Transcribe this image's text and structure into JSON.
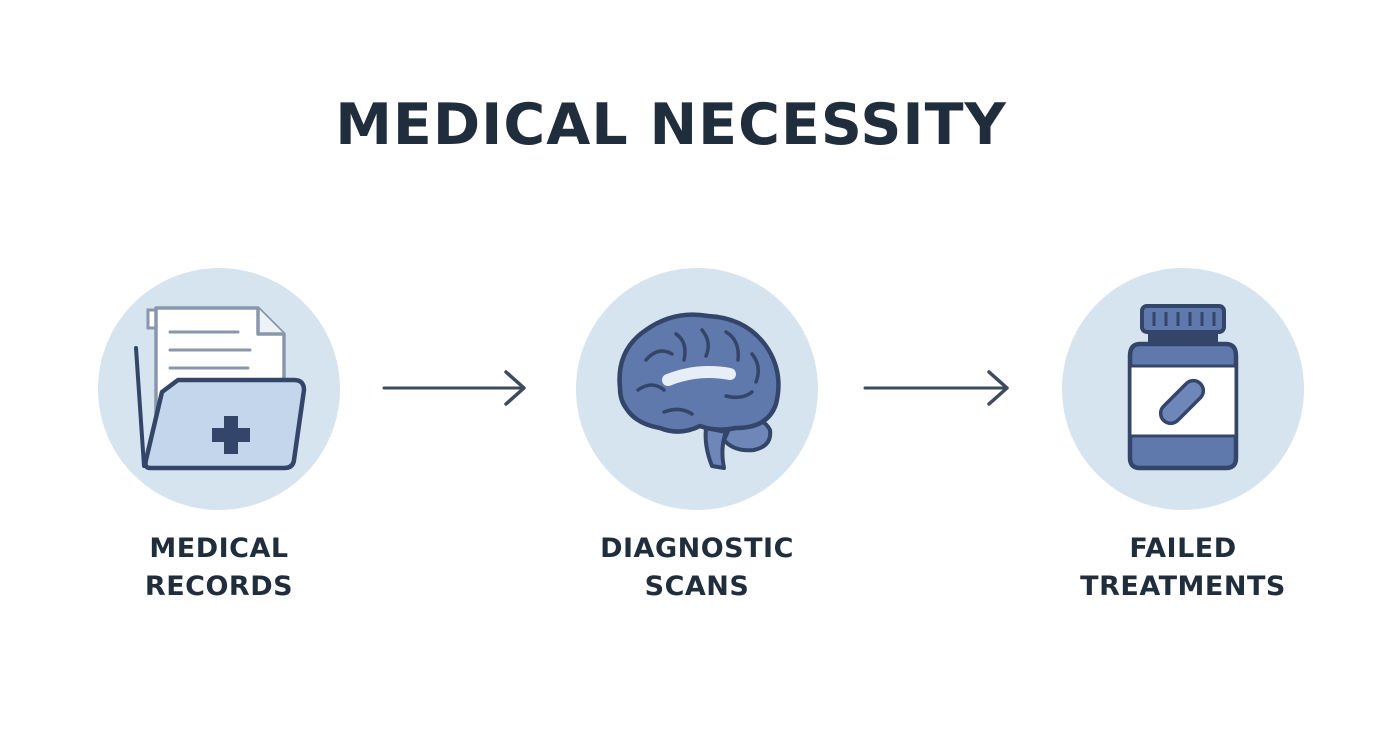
{
  "title": "MEDICAL NECESSITY",
  "steps": [
    {
      "icon": "medical-records-folder-icon",
      "label_lines": [
        "MEDICAL",
        "RECORDS"
      ]
    },
    {
      "icon": "brain-scan-icon",
      "label_lines": [
        "DIAGNOSTIC",
        "SCANS"
      ]
    },
    {
      "icon": "pill-bottle-icon",
      "label_lines": [
        "FAILED",
        "TREATMENTS"
      ]
    }
  ],
  "colors": {
    "circle_fill": "#d6e4f0",
    "icon_dark": "#34456a",
    "icon_mid": "#5f79ad",
    "icon_light": "#c4d6ec",
    "text": "#1f2d3d",
    "arrow": "#3d4b5f"
  }
}
